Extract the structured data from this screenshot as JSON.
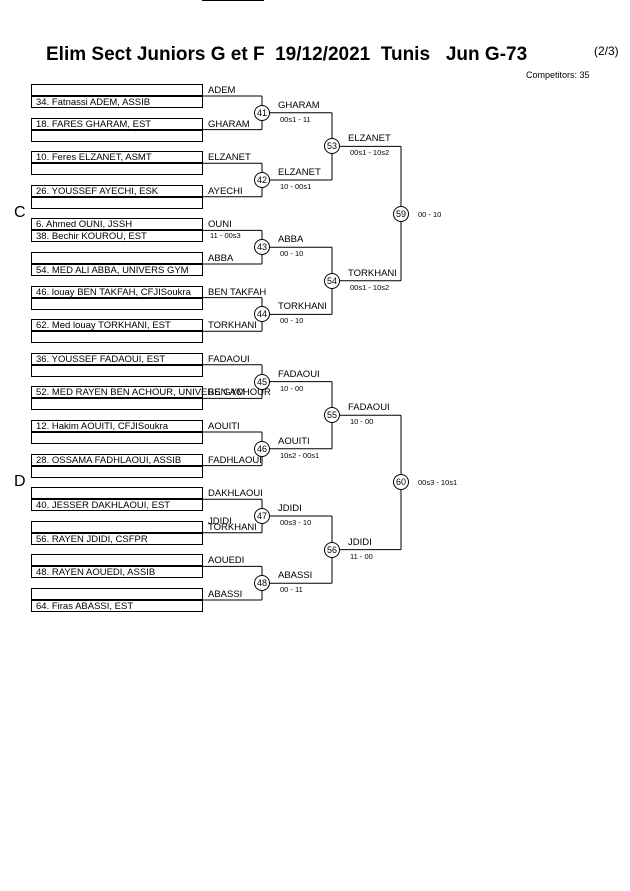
{
  "header": {
    "title": "Elim Sect Juniors G et F  19/12/2021  Tunis   Jun G-73",
    "page": "(2/3)",
    "competitors": "Competitors: 35"
  },
  "pools": [
    "C",
    "D"
  ],
  "slots": [
    "",
    "34. Fatnassi ADEM, ASSIB",
    "18. FARES GHARAM, EST",
    "",
    "10. Feres ELZANET, ASMT",
    "",
    "26. YOUSSEF AYECHI, ESK",
    "",
    "6. Ahmed OUNI, JSSH",
    "38. Bechir KOUROU, EST",
    "",
    "54. MED ALI ABBA, UNIVERS GYM",
    "46. louay BEN TAKFAH, CFJISoukra",
    "",
    "62. Med louay TORKHANI, EST",
    "",
    "36. YOUSSEF FADAOUI, EST",
    "",
    "52. MED RAYEN BEN ACHOUR, UNIVERS GYM",
    "",
    "12. Hakim AOUITI, CFJISoukra",
    "",
    "28. OSSAMA FADHLAOUI, ASSIB",
    "",
    "",
    "40. JESSER DAKHLAOUI, EST",
    "",
    "56. RAYEN JDIDI, CSFPR",
    "",
    "48. RAYEN AOUEDI, ASSIB",
    "",
    "64. Firas ABASSI, EST"
  ],
  "r1_labels": [
    "ADEM",
    "GHARAM",
    "ELZANET",
    "AYECHI",
    "OUNI",
    "ABBA",
    "BEN TAKFAH",
    "TORKHANI",
    "FADAOUI",
    "BEN ACHOUR",
    "AOUITI",
    "FADHLAOUI",
    "DAKHLAOUI",
    "TORKHANI",
    "AOUEDI",
    "ABASSI"
  ],
  "overlap_label": "JDIDI",
  "r1_extra_score": "11 - 00s3",
  "r1_matches": [
    {
      "no": "41",
      "winner": "GHARAM",
      "score": "00s1 - 11"
    },
    {
      "no": "42",
      "winner": "ELZANET",
      "score": "10 - 00s1"
    },
    {
      "no": "43",
      "winner": "ABBA",
      "score": "00 - 10"
    },
    {
      "no": "44",
      "winner": "TORKHANI",
      "score": "00 - 10"
    },
    {
      "no": "45",
      "winner": "FADAOUI",
      "score": "10 - 00"
    },
    {
      "no": "46",
      "winner": "AOUITI",
      "score": "10s2 - 00s1"
    },
    {
      "no": "47",
      "winner": "JDIDI",
      "score": "00s3 - 10"
    },
    {
      "no": "48",
      "winner": "ABASSI",
      "score": "00 - 11"
    }
  ],
  "r2_matches": [
    {
      "no": "53",
      "winner": "ELZANET",
      "score": "00s1 - 10s2"
    },
    {
      "no": "54",
      "winner": "TORKHANI",
      "score": "00s1 - 10s2"
    },
    {
      "no": "55",
      "winner": "FADAOUI",
      "score": "10 - 00"
    },
    {
      "no": "56",
      "winner": "JDIDI",
      "score": "11 - 00"
    }
  ],
  "r3_matches": [
    {
      "no": "59",
      "score": "00 - 10"
    },
    {
      "no": "60",
      "score": "00s3 - 10s1"
    }
  ]
}
